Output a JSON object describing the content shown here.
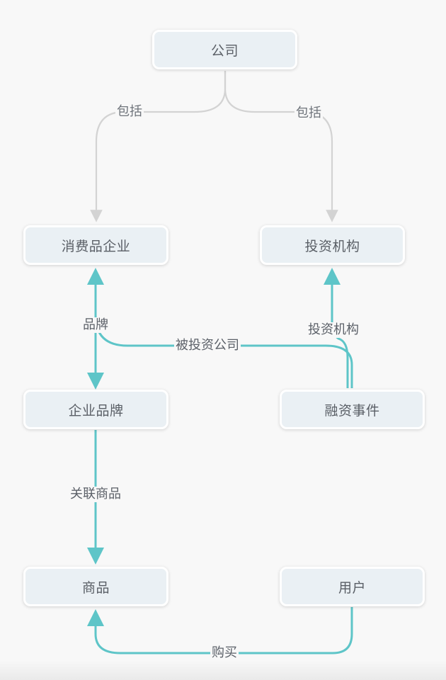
{
  "nodes": {
    "company": "公司",
    "consumer_enterprise": "消费品企业",
    "investment_institution": "投资机构",
    "enterprise_brand": "企业品牌",
    "financing_event": "融资事件",
    "product": "商品",
    "user": "用户"
  },
  "edges": {
    "company_to_consumer": "包括",
    "company_to_investor": "包括",
    "brand_link": "品牌",
    "invested_company": "被投资公司",
    "investor_link": "投资机构",
    "related_products": "关联商品",
    "purchase": "购买"
  },
  "colors": {
    "teal_edge": "#5ec5c8",
    "gray_edge": "#d3d3d3",
    "node_fill": "#eaf0f4",
    "node_border": "#ffffff",
    "background": "#f8f8f8"
  }
}
